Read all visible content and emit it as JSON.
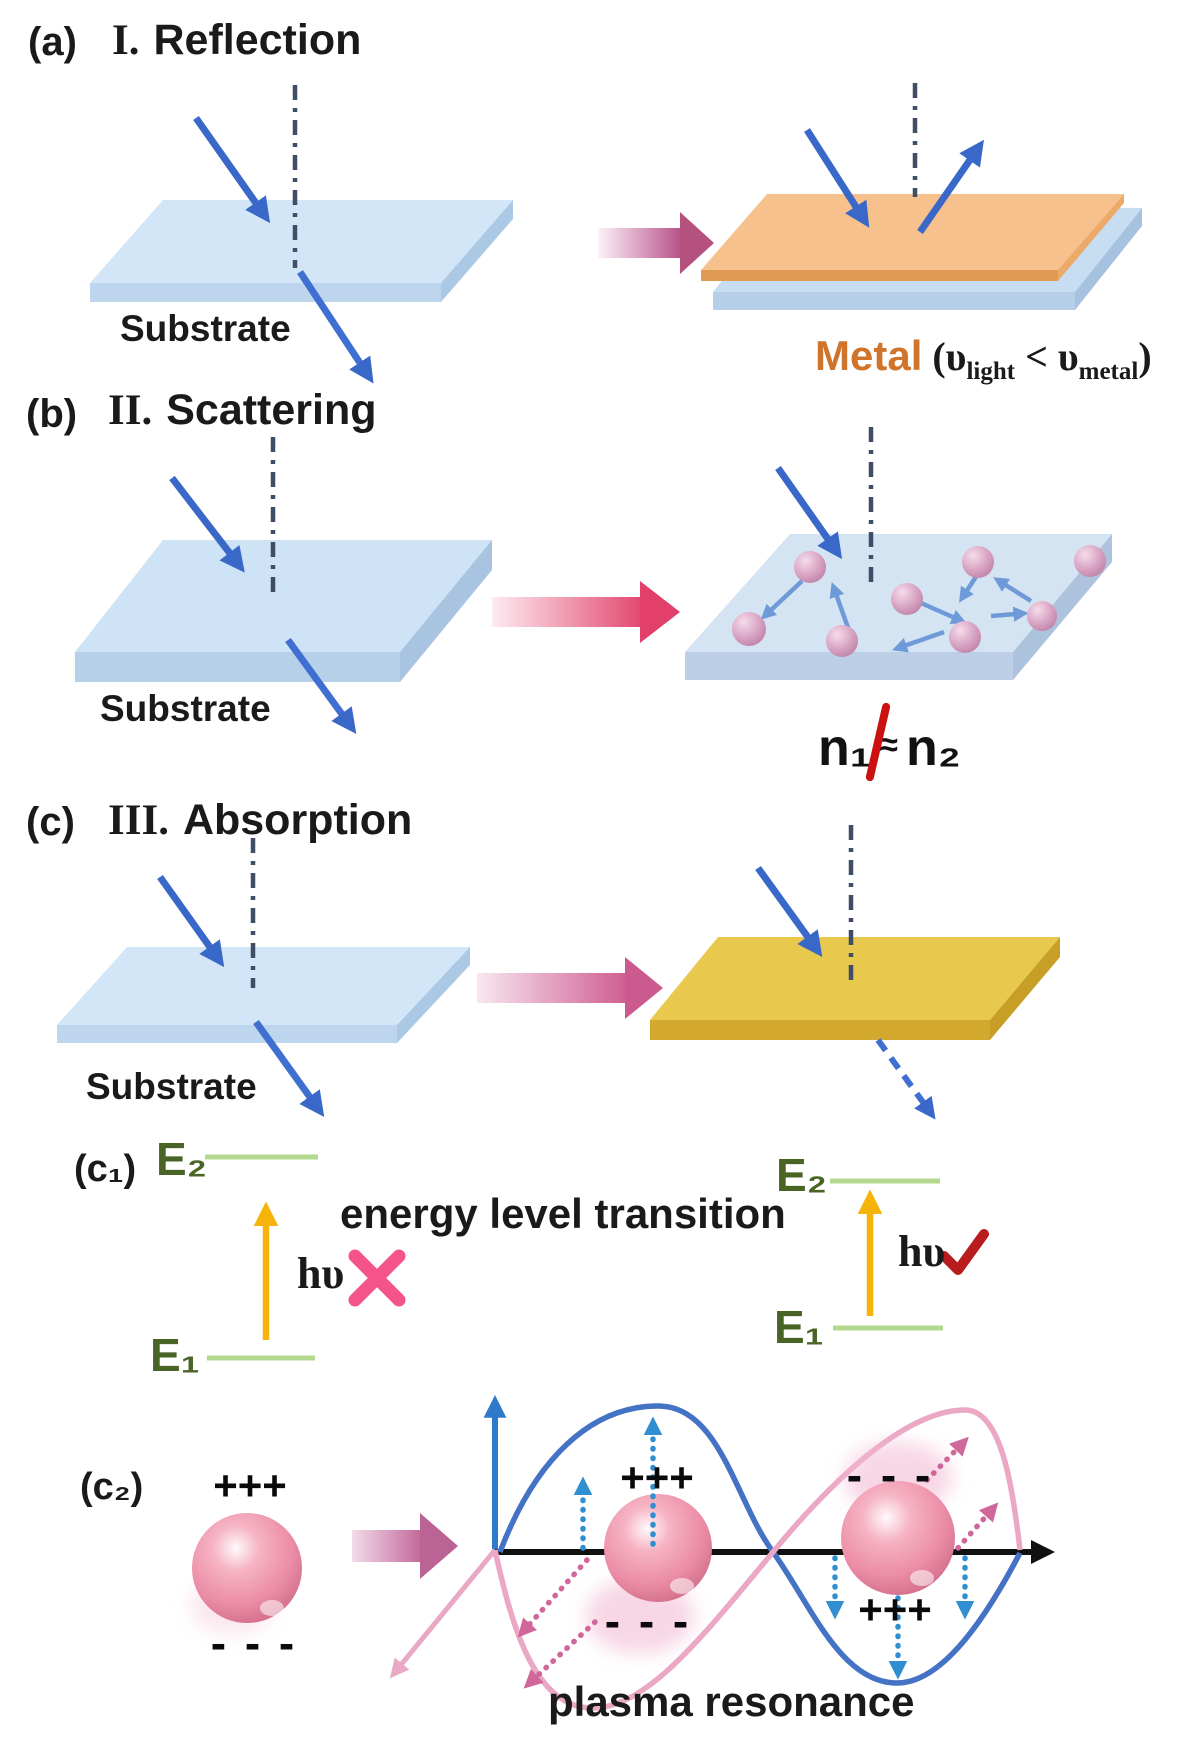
{
  "colors": {
    "substrate_blue": "#cfe3f6",
    "metal_orange": "#f7c18d",
    "metal_label_orange": "#d0742c",
    "absorber_yellow": "#e9c84e",
    "incident_arrow_blue": "#3a68c8",
    "scatter_arrow_blue": "#6f9ad8",
    "transition_arrow_pink": "#d85c8e",
    "energy_label_green": "#4a6425",
    "energy_level_line_green": "#b2d98e",
    "photon_arrow_gold": "#f6b30a",
    "x_mark_pink": "#f4548a",
    "check_mark_red": "#b91c1c",
    "slash_red": "#cc1111",
    "nanoparticle_pink": "#e890a8",
    "wave_blue": "#4472c4",
    "wave_pink": "#eba8c4"
  },
  "panel_a": {
    "tag": "(a)",
    "numeral": "I.",
    "title": "Reflection",
    "substrate_label": "Substrate",
    "metal_label": "Metal",
    "formula_open": "(υ",
    "formula_sub1": "light",
    "formula_mid": " < υ",
    "formula_sub2": "metal",
    "formula_close": ")"
  },
  "panel_b": {
    "tag": "(b)",
    "numeral": "II.",
    "title": "Scattering",
    "substrate_label": "Substrate",
    "n_left": "n₁",
    "approx": "≈",
    "n_right": "n₂"
  },
  "panel_c": {
    "tag": "(c)",
    "numeral": "III.",
    "title": "Absorption",
    "substrate_label": "Substrate"
  },
  "c1": {
    "tag": "(c₁)",
    "caption": "energy level transition",
    "left": {
      "e2": "E₂",
      "e1": "E₁",
      "hv": "hυ"
    },
    "right": {
      "e2": "E₂",
      "e1": "E₁",
      "hv": "hυ"
    }
  },
  "c2": {
    "tag": "(c₂)",
    "sphere_plus": "+++",
    "sphere_minus": "- - -",
    "wave_sphere1_plus": "+++",
    "wave_sphere1_minus": "- - -",
    "wave_sphere2_minus": "- - -",
    "wave_sphere2_plus": "+++",
    "caption": "plasma resonance"
  }
}
